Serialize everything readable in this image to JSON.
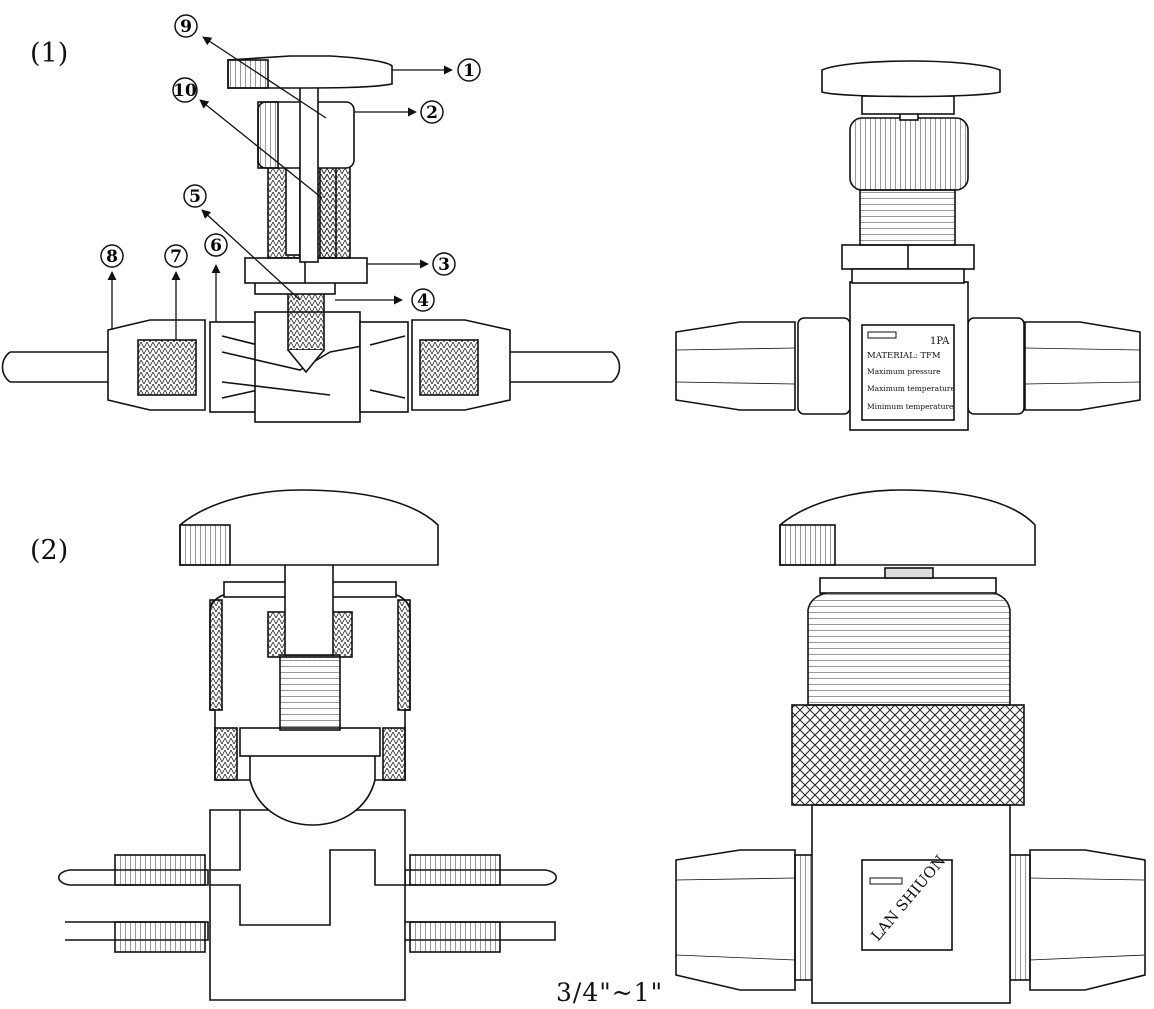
{
  "figure_labels": {
    "fig1": "(1)",
    "fig2": "(2)"
  },
  "size_label": "3/4\"~1\"",
  "callouts": [
    "1",
    "2",
    "3",
    "4",
    "5",
    "6",
    "7",
    "8",
    "9",
    "10"
  ],
  "nameplate_small": {
    "code": "1PA",
    "material": "MATERIAL: TFM",
    "line1": "Maximum pressure",
    "line2": "Maximum temperature",
    "line3": "Minimum temperature"
  },
  "nameplate_large": {
    "brand": "LAN SHIUON"
  },
  "colors": {
    "line": "#111111",
    "fill": "#ffffff",
    "hatch": "#333333",
    "body": "#fafafa"
  }
}
